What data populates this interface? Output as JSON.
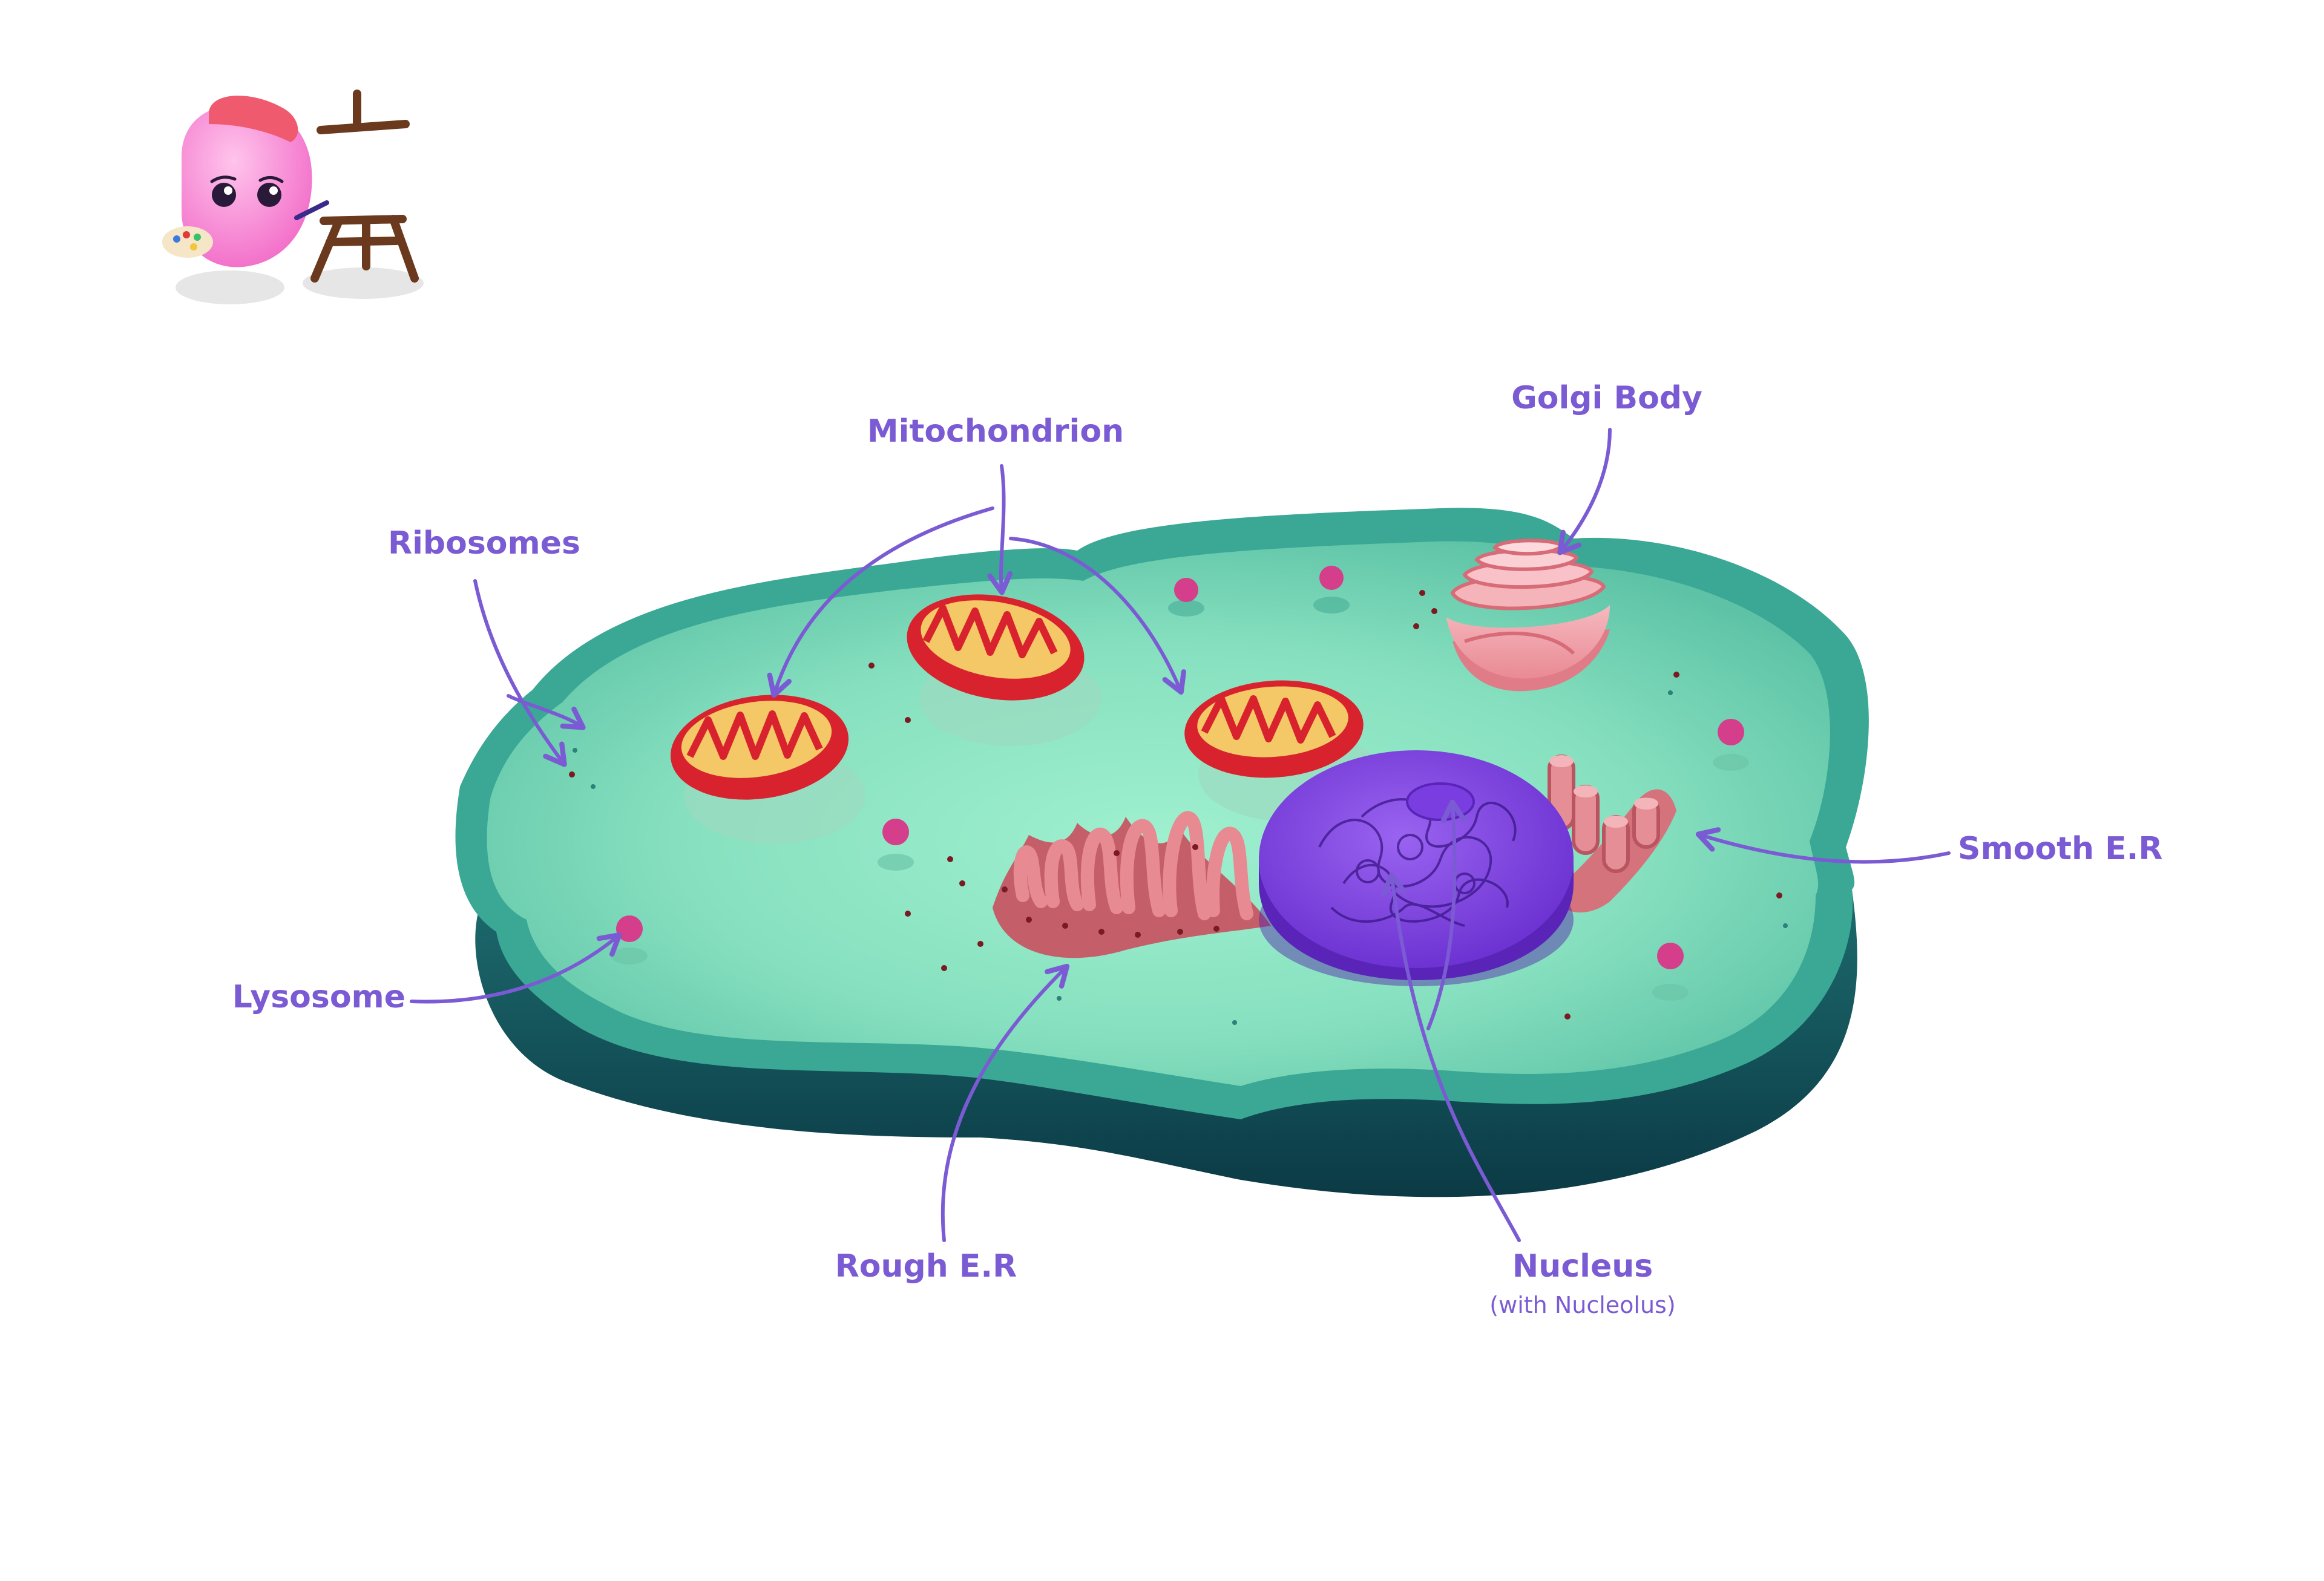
{
  "colors": {
    "label": "#7b5bd4",
    "cytoplasm_top": "#5cc6a6",
    "cytoplasm_inner": "#8fe6c4",
    "membrane_side": "#0f4a52",
    "mitochondria_outer": "#e0313a",
    "mitochondria_inner": "#f2c062",
    "nucleus": "#7a3ee0",
    "golgi": "#f3a9b0",
    "er": "#d9737a",
    "lysosome": "#d43e8a"
  },
  "icons": {
    "mascot": "pink-blob-painter-icon",
    "easel": "easel-icon"
  },
  "labels": {
    "mitochondrion": "Mitochondrion",
    "golgi": "Golgi Body",
    "ribosomes": "Ribosomes",
    "smooth_er": "Smooth E.R",
    "lysosome": "Lysosome",
    "rough_er": "Rough E.R",
    "nucleus": "Nucleus",
    "nucleus_sub": "(with Nucleolus)"
  }
}
